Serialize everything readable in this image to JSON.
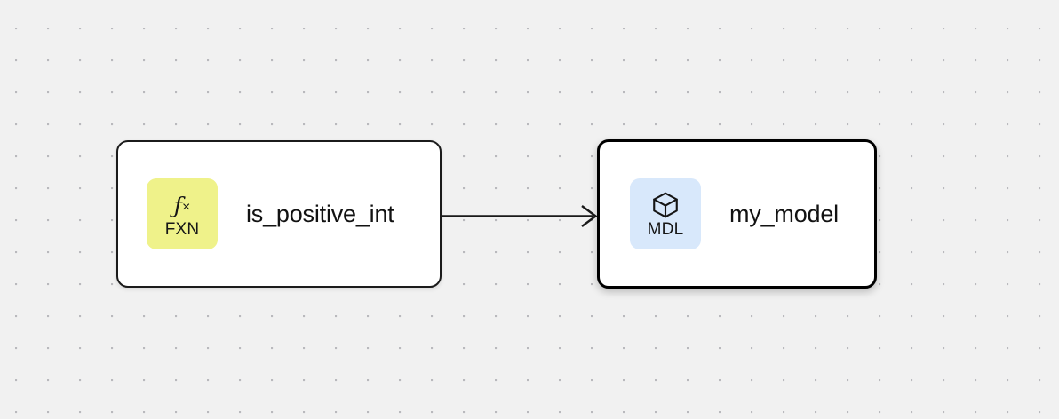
{
  "canvas": {
    "background_color": "#f1f1f1",
    "dot_color": "#b9b9bd",
    "grid_spacing": 36
  },
  "nodes": [
    {
      "id": "is_positive_int",
      "title": "is_positive_int",
      "badge": {
        "type": "fxn",
        "glyph_main": "ƒ",
        "glyph_sub": "×",
        "label": "FXN",
        "icon_name": "function-icon",
        "color": "#eff28a"
      },
      "selected": false,
      "border_color": "#1b1b1b"
    },
    {
      "id": "my_model",
      "title": "my_model",
      "badge": {
        "type": "mdl",
        "label": "MDL",
        "icon_name": "cube-icon",
        "color": "#d8e8fb"
      },
      "selected": true,
      "border_color": "#000000"
    }
  ],
  "edges": [
    {
      "id": "edge-fxn-to-mdl",
      "source": "is_positive_int",
      "target": "my_model",
      "color": "#1a1a1a",
      "arrow": "open-arrowhead"
    }
  ]
}
